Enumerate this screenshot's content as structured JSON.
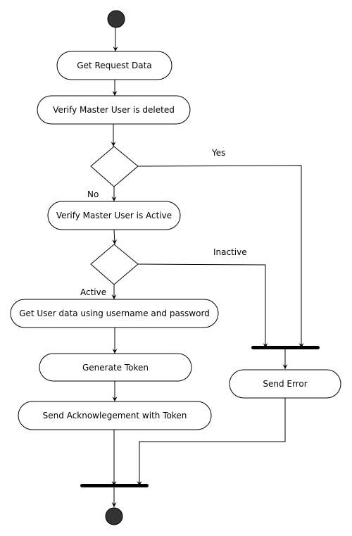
{
  "nodes": {
    "get_request": "Get Request Data",
    "verify_deleted": "Verify Master User is deleted",
    "verify_active": "Verify Master User is Active",
    "get_user_data": "Get User data using username and password",
    "generate_token": "Generate Token",
    "send_ack": "Send Acknowlegement with Token",
    "send_error": "Send Error"
  },
  "edge_labels": {
    "yes": "Yes",
    "no": "No",
    "inactive": "Inactive",
    "active": "Active"
  }
}
